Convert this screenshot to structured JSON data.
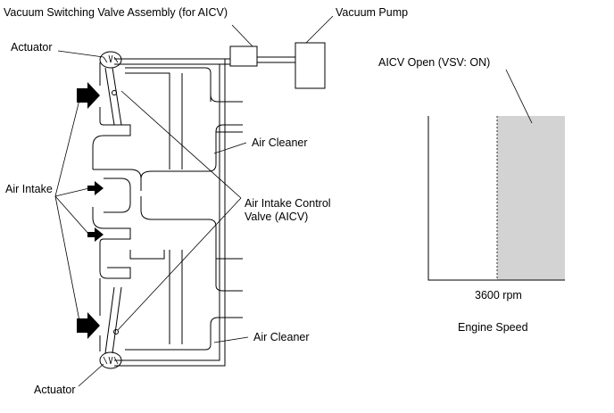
{
  "labels": {
    "vsv_assembly": "Vacuum Switching Valve Assembly (for AICV)",
    "vacuum_pump": "Vacuum Pump",
    "actuator_top": "Actuator",
    "actuator_bottom": "Actuator",
    "air_cleaner_top": "Air Cleaner",
    "air_cleaner_bottom": "Air Cleaner",
    "air_intake": "Air Intake",
    "aicv_line1": "Air Intake Control",
    "aicv_line2": "Valve (AICV)",
    "aicv_open": "AICV Open (VSV: ON)",
    "rpm": "3600 rpm",
    "engine_speed": "Engine Speed"
  },
  "colors": {
    "open_region": "#d3d3d3",
    "line": "#000000"
  }
}
